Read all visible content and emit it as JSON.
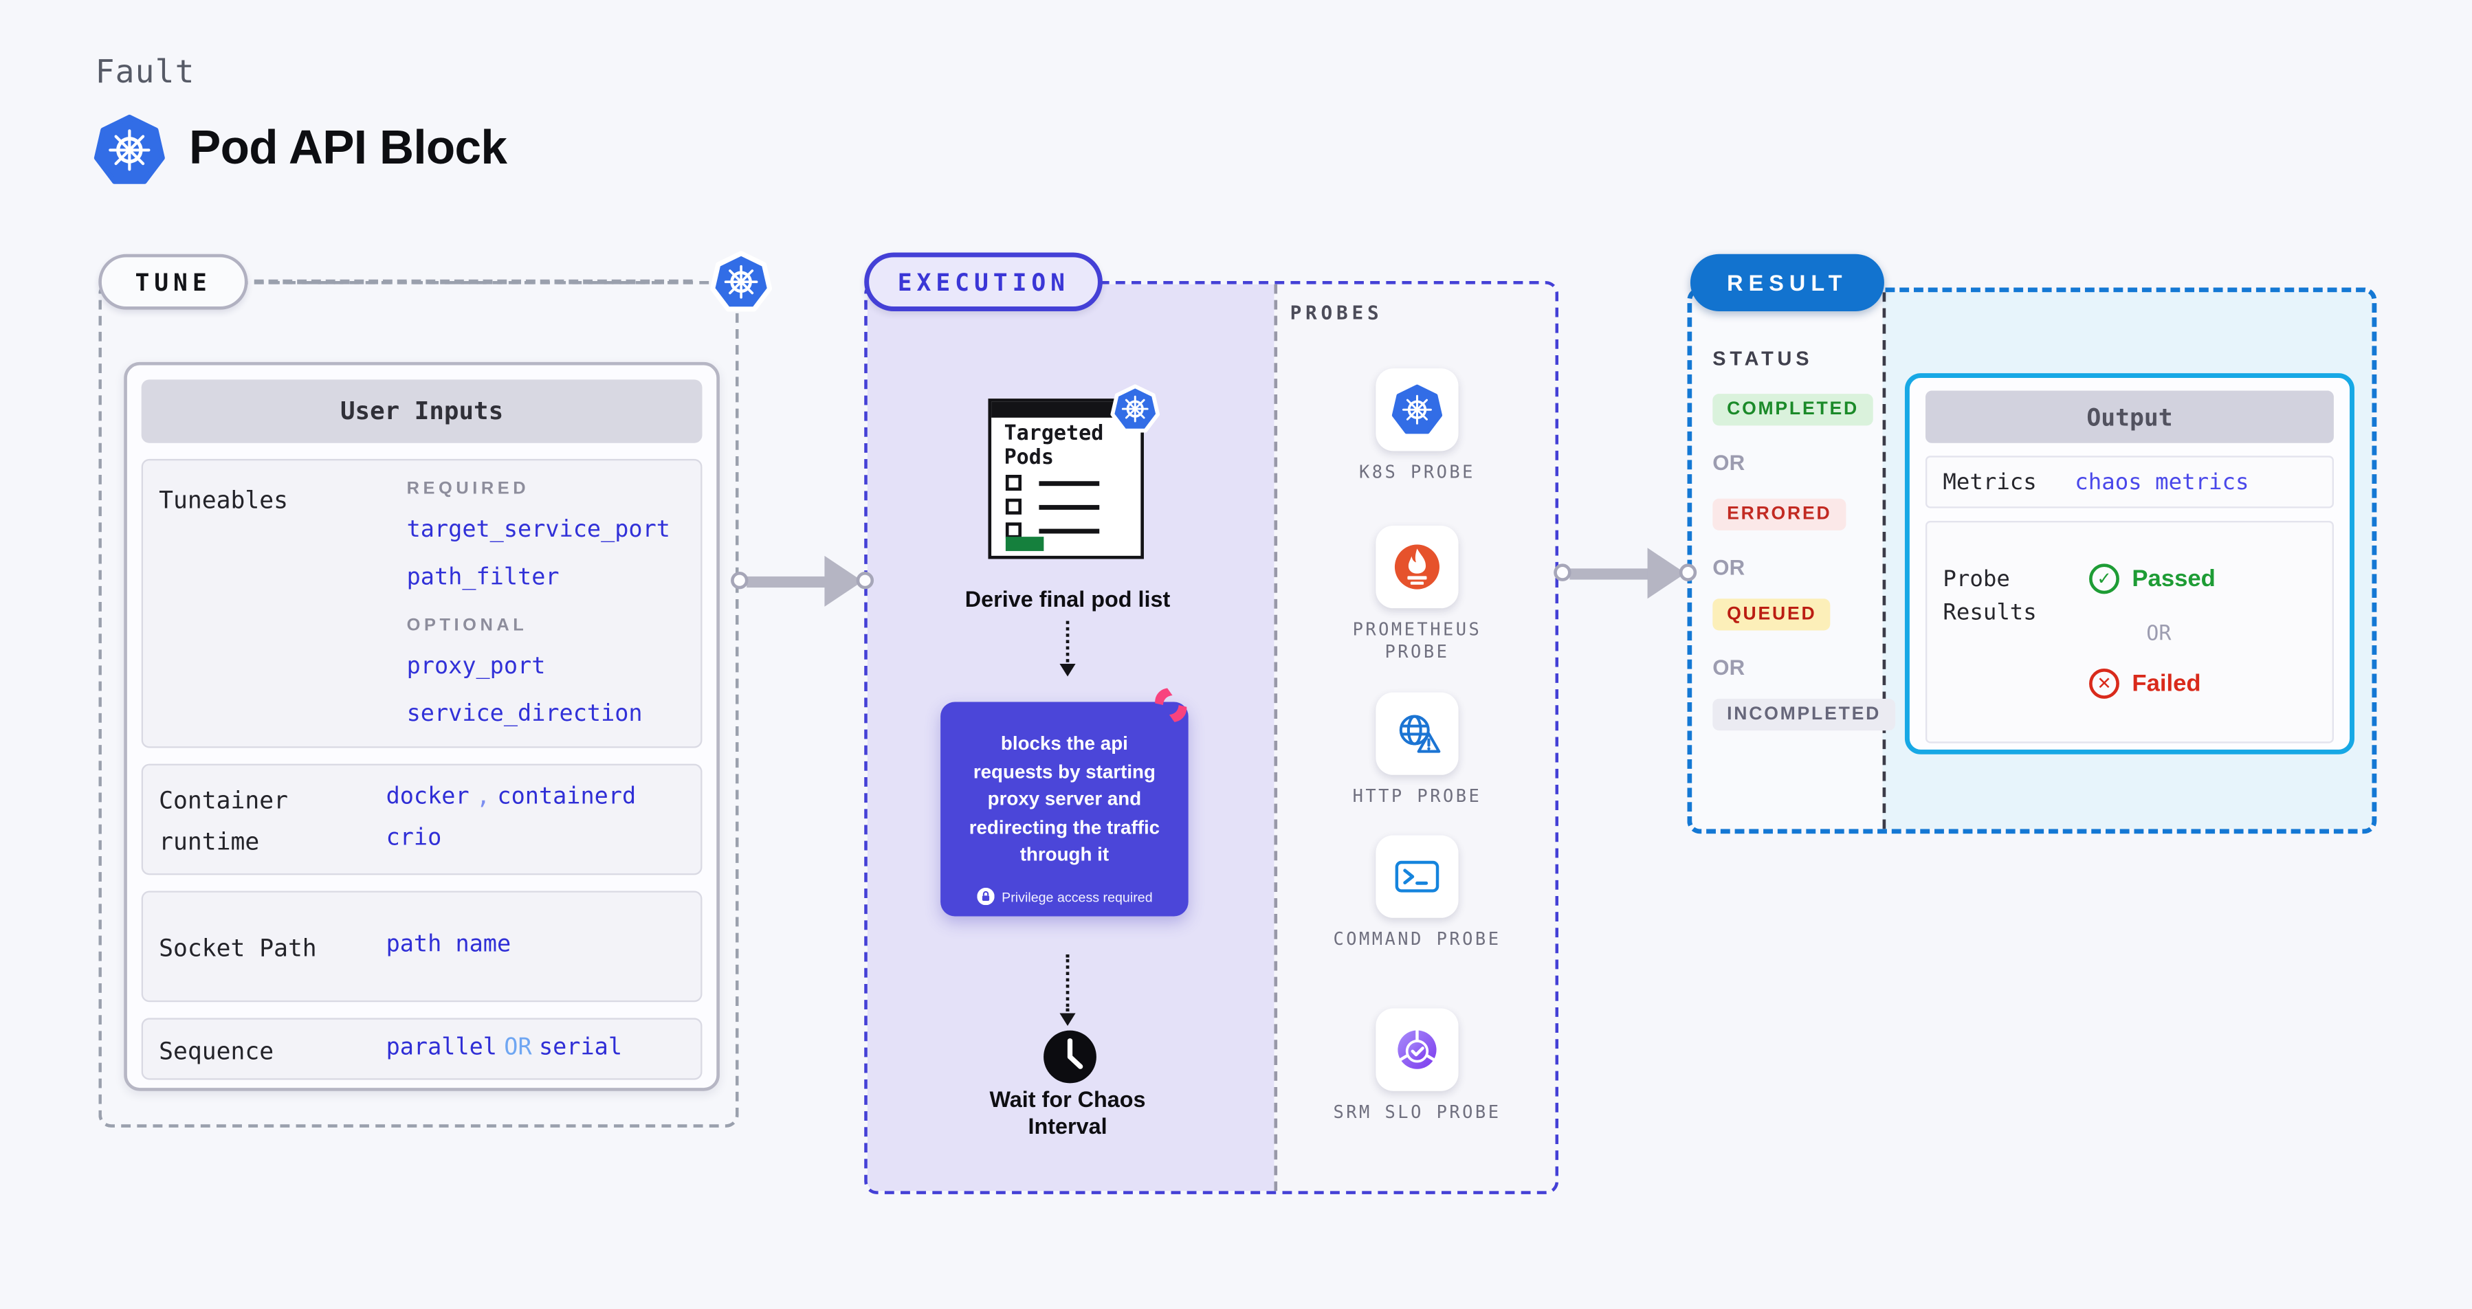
{
  "header": {
    "eyebrow": "Fault",
    "title": "Pod API Block"
  },
  "tune": {
    "badge": "TUNE",
    "card_title": "User Inputs",
    "tuneables": {
      "label": "Tuneables",
      "required_label": "REQUIRED",
      "required": [
        "target_service_port",
        "path_filter"
      ],
      "optional_label": "OPTIONAL",
      "optional": [
        "proxy_port",
        "service_direction"
      ]
    },
    "container_runtime": {
      "label": "Container runtime",
      "value_1": "docker",
      "separator": ",",
      "value_2": "containerd",
      "value_3": "crio"
    },
    "socket_path": {
      "label": "Socket Path",
      "value": "path name"
    },
    "sequence": {
      "label": "Sequence",
      "value_1": "parallel",
      "or": "OR",
      "value_2": "serial"
    }
  },
  "execution": {
    "badge": "EXECUTION",
    "pods_card": {
      "title": "Targeted Pods"
    },
    "derive_label": "Derive final pod list",
    "action": {
      "text": "blocks the api requests by starting proxy server and redirecting the traffic through it",
      "note": "Privilege access required"
    },
    "wait_label": "Wait for Chaos Interval",
    "probes": {
      "heading": "PROBES",
      "items": [
        {
          "label": "K8S PROBE",
          "icon": "kubernetes-icon"
        },
        {
          "label": "PROMETHEUS PROBE",
          "icon": "prometheus-icon"
        },
        {
          "label": "HTTP PROBE",
          "icon": "http-globe-warning-icon"
        },
        {
          "label": "COMMAND PROBE",
          "icon": "terminal-icon"
        },
        {
          "label": "SRM SLO PROBE",
          "icon": "slo-gauge-check-icon"
        }
      ]
    }
  },
  "result": {
    "badge": "RESULT",
    "status_heading": "STATUS",
    "or_label": "OR",
    "statuses": [
      {
        "label": "COMPLETED",
        "text_color": "#1b8a29",
        "bg_color": "#daf2dc"
      },
      {
        "label": "ERRORED",
        "text_color": "#c22a22",
        "bg_color": "#fbe8e8"
      },
      {
        "label": "QUEUED",
        "text_color": "#bb1d12",
        "bg_color": "#fcefb9"
      },
      {
        "label": "INCOMPLETED",
        "text_color": "#66667a",
        "bg_color": "#ebebf2"
      }
    ],
    "output": {
      "title": "Output",
      "metrics_label": "Metrics",
      "metrics_value": "chaos metrics",
      "probe_results_label": "Probe Results",
      "passed_label": "Passed",
      "or_label": "OR",
      "failed_label": "Failed"
    }
  },
  "colors": {
    "page_bg": "#f6f7fb",
    "kubernetes_blue": "#326de6",
    "execution_indigo": "#4440d6",
    "execution_bg": "#e4e1f8",
    "result_blue": "#1273cf",
    "output_border_cyan": "#17a8e5",
    "output_bg_cyan": "#e7f4fb",
    "action_purple": "#4b46d9",
    "chaos_pink": "#f8437e",
    "link_blue": "#3131d8",
    "passed_green": "#1e9c35",
    "failed_red": "#d92a1b",
    "pods_green": "#15803d",
    "prometheus_orange": "#e6522c"
  }
}
